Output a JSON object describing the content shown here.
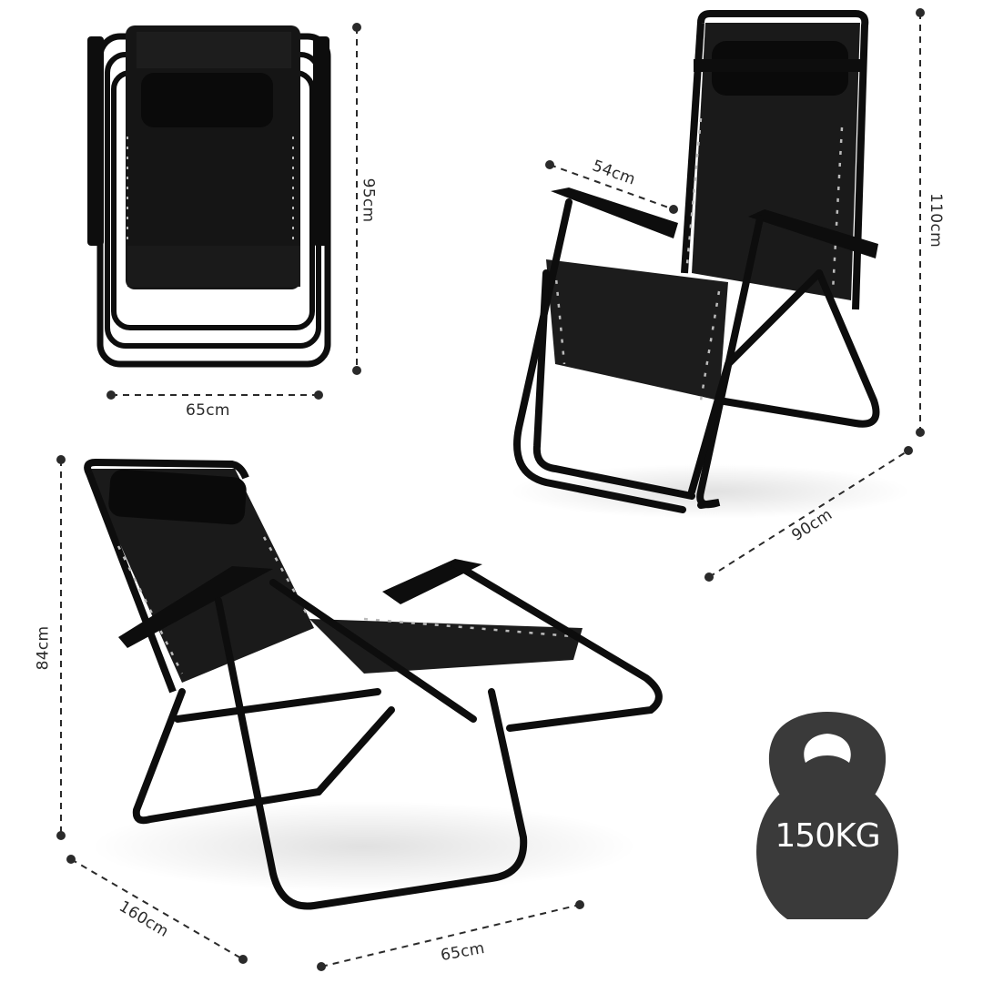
{
  "infographic": {
    "type": "product-dimensions",
    "product": "zero-gravity-reclining-chair",
    "colors": {
      "frame": "#0d0d0d",
      "fabric": "#1a1a1a",
      "dimension_line": "#2a2a2a",
      "weight_icon": "#3a3a3a",
      "background": "#ffffff"
    },
    "folded_view": {
      "width": "65cm",
      "height": "95cm"
    },
    "upright_view": {
      "seat_width": "54cm",
      "height": "110cm",
      "depth": "90cm"
    },
    "reclined_view": {
      "height": "84cm",
      "length": "160cm",
      "width": "65cm"
    },
    "weight_capacity": {
      "label": "150KG",
      "icon": "kettlebell-icon"
    }
  }
}
